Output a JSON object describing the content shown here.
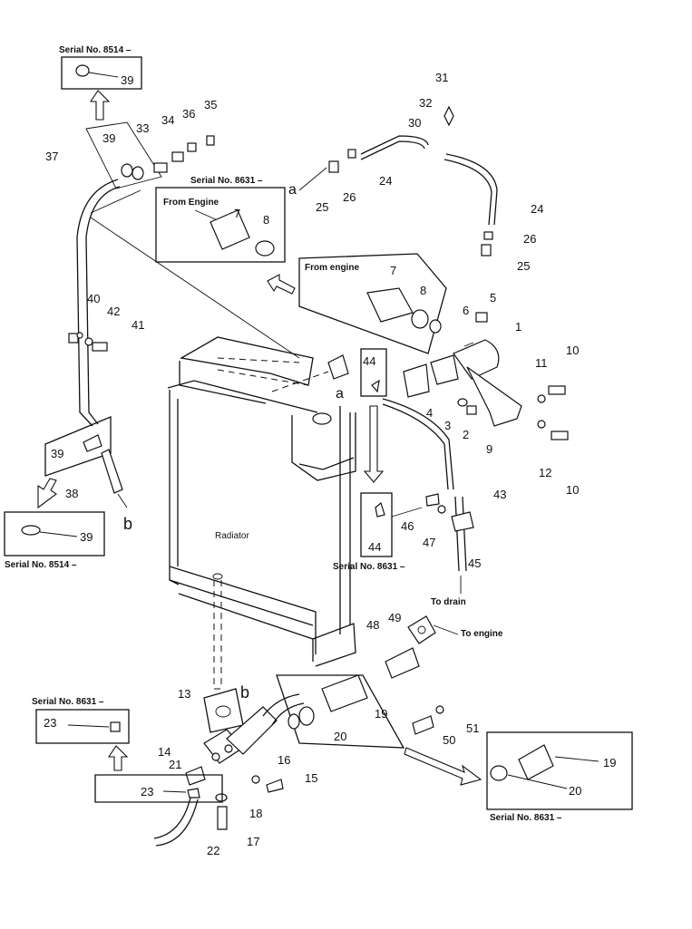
{
  "serials": {
    "s8514_top": "Serial No. 8514 –",
    "s8631_top": "Serial No. 8631 –",
    "s8514_bottom": "Serial No. 8514 –",
    "s8631_mid": "Serial No. 8631 –",
    "s8631_left": "Serial No. 8631 –",
    "s8631_right": "Serial No. 8631 –"
  },
  "labels": {
    "from_engine_1": "From Engine",
    "from_engine_2": "From engine",
    "radiator": "Radiator",
    "to_drain": "To drain",
    "to_engine": "To engine"
  },
  "letters": {
    "a": "a",
    "b": "b"
  },
  "parts": {
    "p1": "1",
    "p2": "2",
    "p3": "3",
    "p4": "4",
    "p5": "5",
    "p6": "6",
    "p7": "7",
    "p8": "8",
    "p9": "9",
    "p10": "10",
    "p11": "11",
    "p12": "12",
    "p13": "13",
    "p14": "14",
    "p15": "15",
    "p16": "16",
    "p17": "17",
    "p18": "18",
    "p19": "19",
    "p20": "20",
    "p21": "21",
    "p22": "22",
    "p23": "23",
    "p24": "24",
    "p25": "25",
    "p26": "26",
    "p30": "30",
    "p31": "31",
    "p32": "32",
    "p33": "33",
    "p34": "34",
    "p35": "35",
    "p36": "36",
    "p37": "37",
    "p38": "38",
    "p39": "39",
    "p40": "40",
    "p41": "41",
    "p42": "42",
    "p43": "43",
    "p44": "44",
    "p45": "45",
    "p46": "46",
    "p47": "47",
    "p48": "48",
    "p49": "49",
    "p50": "50",
    "p51": "51"
  }
}
